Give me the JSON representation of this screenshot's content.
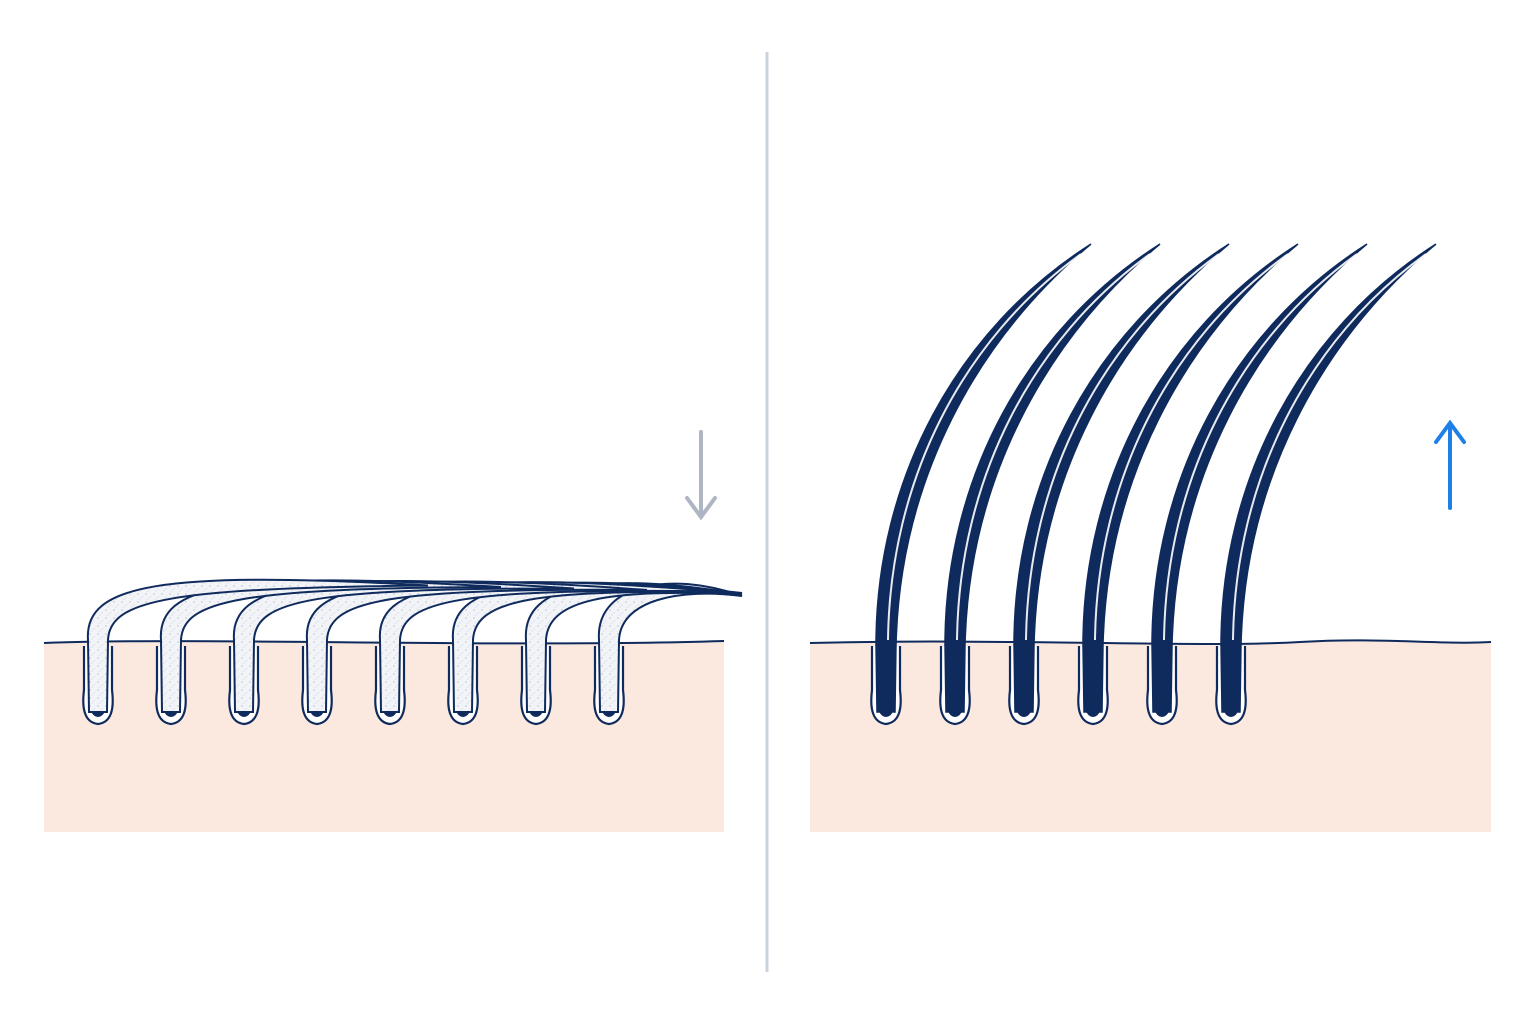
{
  "colors": {
    "background": "#ffffff",
    "divider": "#c9d3e0",
    "skin": "#fbe8df",
    "outline": "#0f2a5c",
    "hair_dark": "#0f2a5c",
    "hair_light": "#eef1f6",
    "arrow_down": "#aeb6c4",
    "arrow_up": "#1e7fe8"
  },
  "panels": [
    {
      "id": "left",
      "follicle_count": 8,
      "hair_style": "flat-light",
      "arrow": "arrow-down-icon"
    },
    {
      "id": "right",
      "follicle_count": 6,
      "hair_style": "upright-dark",
      "arrow": "arrow-up-icon"
    }
  ]
}
